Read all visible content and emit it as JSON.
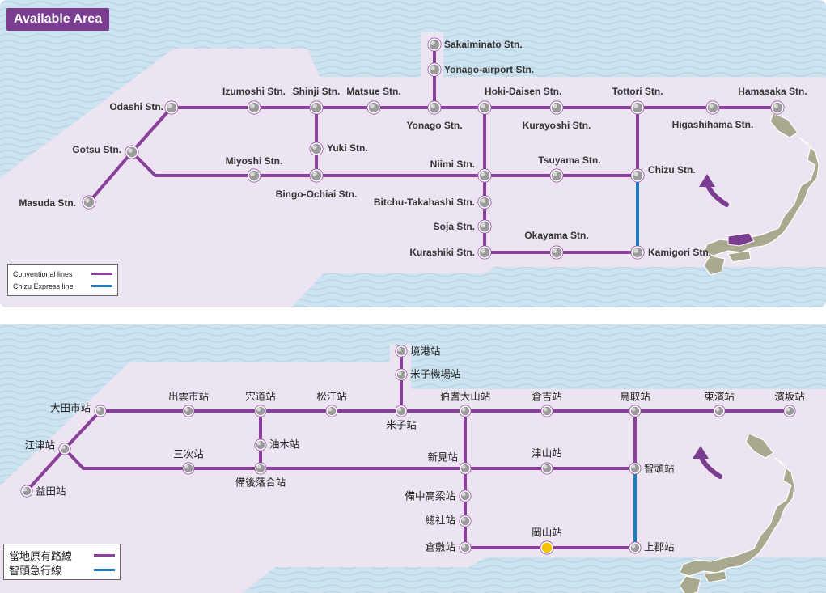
{
  "title": "Available Area",
  "colors": {
    "conventional": "#8a3f9c",
    "chizu": "#1f7bc0",
    "sea": "#cde3f0",
    "land": "#ece4f0",
    "highlight": "#f5c400"
  },
  "legend_en": {
    "conventional": "Conventional lines",
    "chizu": "Chizu Express line"
  },
  "legend_zh": {
    "conventional": "當地原有路線",
    "chizu": "智頭急行線"
  },
  "stations": [
    {
      "id": "sakaiminato",
      "en": "Sakaiminato Stn.",
      "zh": "境港站"
    },
    {
      "id": "yonago_airport",
      "en": "Yonago-airport Stn.",
      "zh": "米子機場站"
    },
    {
      "id": "odashi",
      "en": "Odashi Stn.",
      "zh": "大田市站"
    },
    {
      "id": "izumoshi",
      "en": "Izumoshi Stn.",
      "zh": "出雲市站"
    },
    {
      "id": "shinji",
      "en": "Shinji Stn.",
      "zh": "宍道站"
    },
    {
      "id": "matsue",
      "en": "Matsue Stn.",
      "zh": "松江站"
    },
    {
      "id": "yonago",
      "en": "Yonago Stn.",
      "zh": "米子站"
    },
    {
      "id": "hoki_daisen",
      "en": "Hoki-Daisen Stn.",
      "zh": "伯耆大山站"
    },
    {
      "id": "kurayoshi",
      "en": "Kurayoshi Stn.",
      "zh": "倉吉站"
    },
    {
      "id": "tottori",
      "en": "Tottori Stn.",
      "zh": "鳥取站"
    },
    {
      "id": "higashihama",
      "en": "Higashihama Stn.",
      "zh": "東濱站"
    },
    {
      "id": "hamasaka",
      "en": "Hamasaka Stn.",
      "zh": "濱坂站"
    },
    {
      "id": "gotsu",
      "en": "Gotsu Stn.",
      "zh": "江津站"
    },
    {
      "id": "yuki",
      "en": "Yuki Stn.",
      "zh": "油木站"
    },
    {
      "id": "miyoshi",
      "en": "Miyoshi Stn.",
      "zh": "三次站"
    },
    {
      "id": "bingo_ochiai",
      "en": "Bingo-Ochiai Stn.",
      "zh": "備後落合站"
    },
    {
      "id": "niimi",
      "en": "Niimi Stn.",
      "zh": "新見站"
    },
    {
      "id": "tsuyama",
      "en": "Tsuyama Stn.",
      "zh": "津山站"
    },
    {
      "id": "chizu",
      "en": "Chizu Stn.",
      "zh": "智頭站"
    },
    {
      "id": "masuda",
      "en": "Masuda Stn.",
      "zh": "益田站"
    },
    {
      "id": "bitchu_takahashi",
      "en": "Bitchu-Takahashi Stn.",
      "zh": "備中高梁站"
    },
    {
      "id": "soja",
      "en": "Soja Stn.",
      "zh": "總社站"
    },
    {
      "id": "okayama",
      "en": "Okayama Stn.",
      "zh": "岡山站"
    },
    {
      "id": "kurashiki",
      "en": "Kurashiki Stn.",
      "zh": "倉敷站"
    },
    {
      "id": "kamigori",
      "en": "Kamigori Stn.",
      "zh": "上郡站"
    }
  ],
  "highlighted_station_zh": "okayama"
}
